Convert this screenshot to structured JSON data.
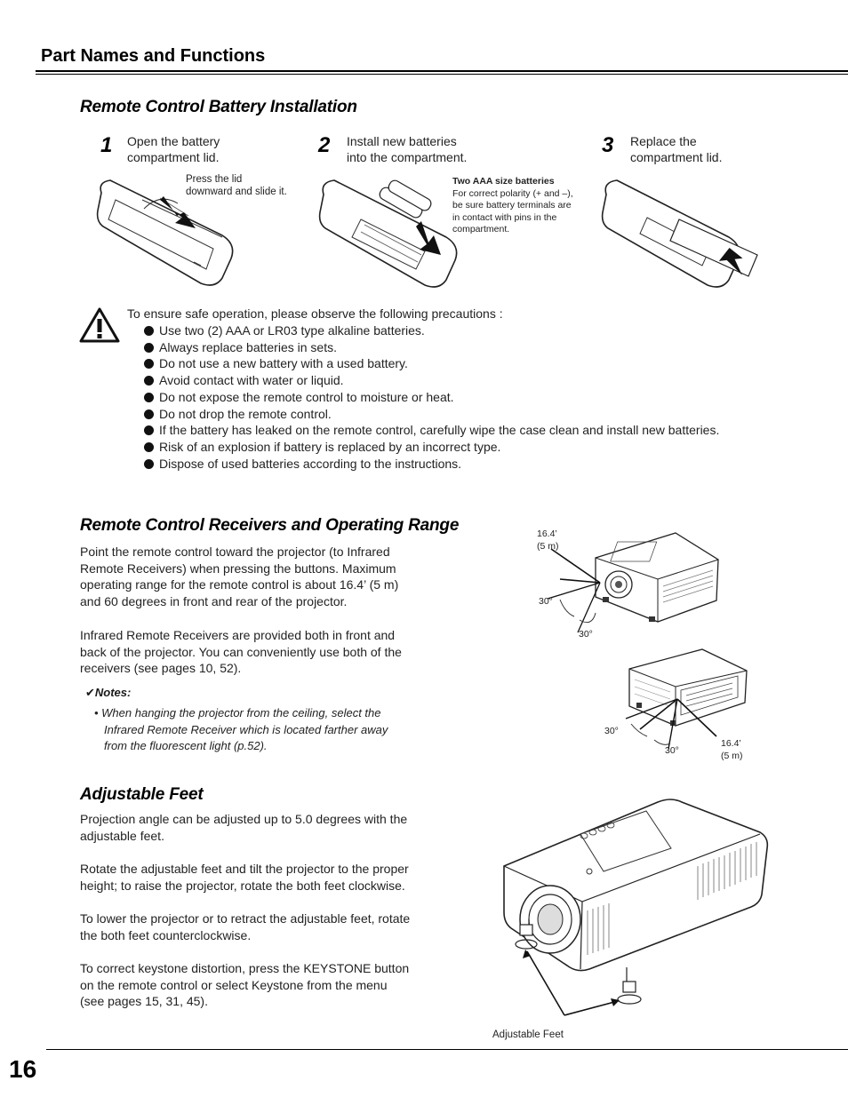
{
  "header": {
    "title": "Part Names and Functions"
  },
  "battery": {
    "title": "Remote Control Battery Installation",
    "steps": [
      {
        "num": "1",
        "text_l1": "Open the battery",
        "text_l2": "compartment lid.",
        "note_l1": "Press the lid",
        "note_l2": "downward and slide it."
      },
      {
        "num": "2",
        "text_l1": "Install new batteries",
        "text_l2": "into the compartment.",
        "note_title": "Two AAA size batteries",
        "note_l1": "For correct polarity (+ and –),",
        "note_l2": "be sure battery terminals are",
        "note_l3": "in contact with pins in the",
        "note_l4": "compartment."
      },
      {
        "num": "3",
        "text_l1": "Replace the",
        "text_l2": "compartment lid."
      }
    ]
  },
  "precautions": {
    "intro": "To ensure safe operation, please observe the following precautions :",
    "items": [
      "Use two (2) AAA or LR03 type alkaline batteries.",
      "Always replace batteries in sets.",
      "Do not use a new battery with a used battery.",
      "Avoid contact with water or liquid.",
      "Do not expose the remote control to moisture or heat.",
      "Do not drop the remote control.",
      "If the battery has leaked on the remote control, carefully wipe the case clean and install new batteries.",
      "Risk of an explosion if battery is replaced by an incorrect type.",
      "Dispose of used batteries according to the instructions."
    ]
  },
  "receivers": {
    "title": "Remote Control Receivers and Operating Range",
    "para1": [
      "Point the remote control toward the projector (to Infrared",
      "Remote Receivers) when pressing the buttons. Maximum",
      "operating range for the remote control is about 16.4’ (5 m)",
      "and 60 degrees in front and rear of the projector."
    ],
    "para2": [
      "Infrared Remote Receivers are provided both in front and",
      "back of the projector. You can conveniently use both of the",
      "receivers (see pages 10, 52)."
    ],
    "notes_label": "✔Notes:",
    "notes": [
      "• When hanging the projector from the ceiling, select the",
      "Infrared Remote Receiver which is located farther away",
      "from the fluorescent light (p.52)."
    ],
    "diagram": {
      "dist_l1": "16.4’",
      "dist_l2": "(5 m)",
      "angle": "30°"
    }
  },
  "feet": {
    "title": "Adjustable Feet",
    "para1": [
      "Projection angle can be adjusted up to 5.0 degrees with the",
      "adjustable feet."
    ],
    "para2": [
      "Rotate the adjustable feet and tilt the projector to the proper",
      "height; to raise the projector, rotate the both feet clockwise."
    ],
    "para3": [
      "To lower the projector or to retract the adjustable feet, rotate",
      "the both feet counterclockwise."
    ],
    "para4": [
      "To correct keystone distortion, press the KEYSTONE button",
      "on the remote control or select Keystone from the menu",
      "(see pages 15, 31, 45)."
    ],
    "caption": "Adjustable Feet"
  },
  "footer": {
    "page_number": "16"
  }
}
